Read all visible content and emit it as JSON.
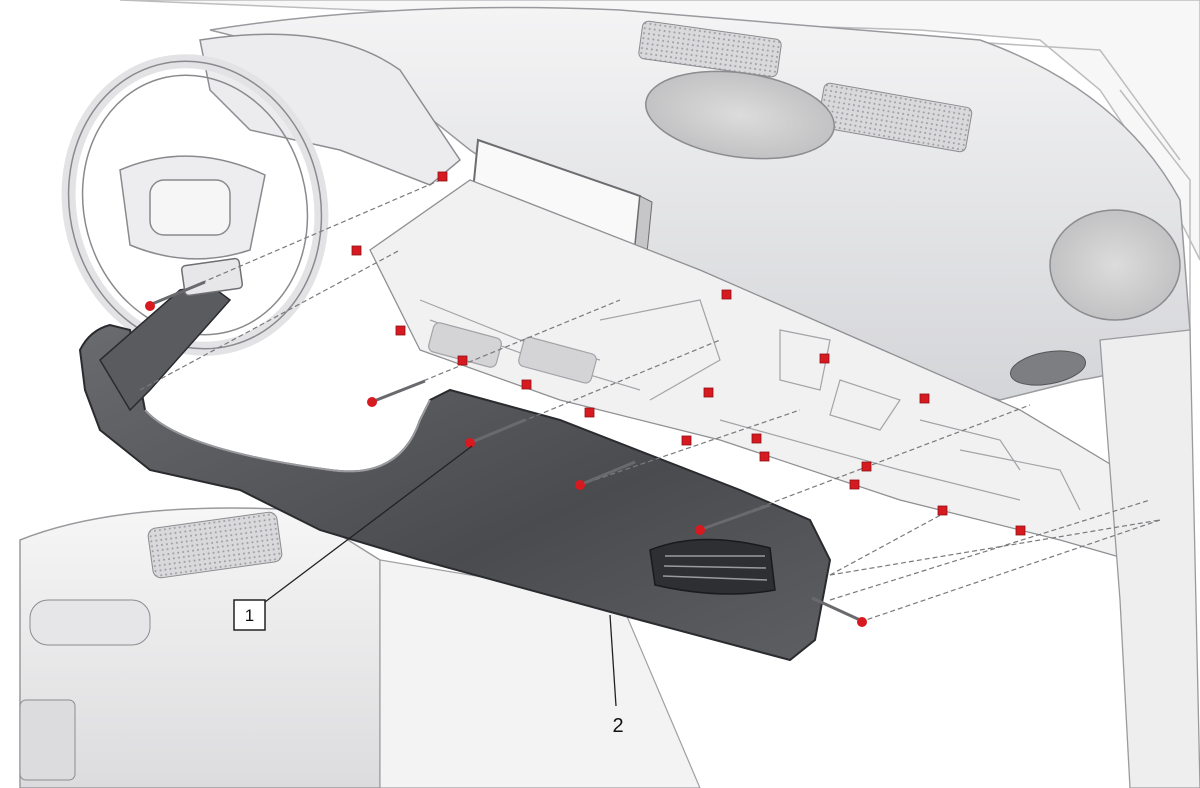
{
  "callouts": [
    {
      "id": "1",
      "label": "1",
      "boxed": true
    },
    {
      "id": "2",
      "label": "2",
      "boxed": false
    }
  ],
  "colors": {
    "fastener": "#d71920",
    "panel_dark": "#55565a",
    "line": "#222222",
    "background": "#ffffff"
  },
  "icons": {
    "fastener": "fastener-icon",
    "clip": "clip-icon"
  }
}
